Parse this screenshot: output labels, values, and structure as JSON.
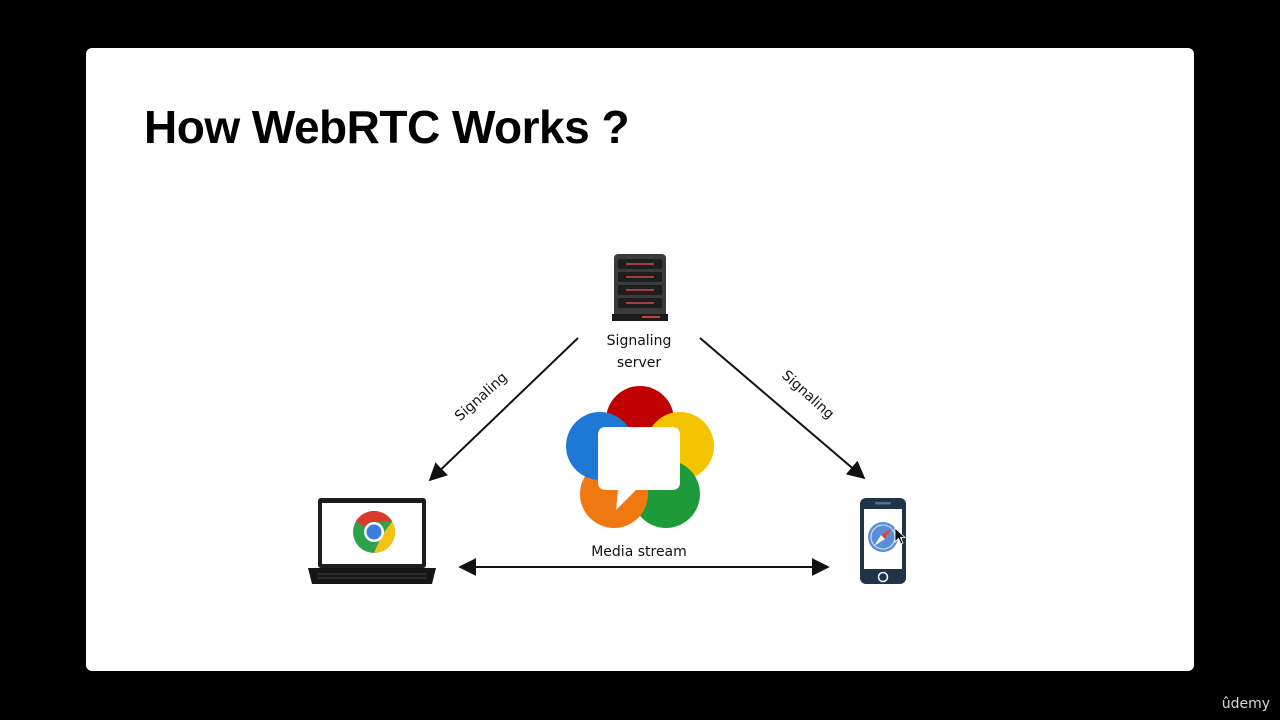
{
  "slide": {
    "title": "How WebRTC Works ?"
  },
  "diagram": {
    "server_label_line1": "Signaling",
    "server_label_line2": "server",
    "left_edge_label": "Signaling",
    "right_edge_label": "Signaling",
    "bottom_edge_label": "Media stream"
  },
  "watermark": "ûdemy",
  "colors": {
    "petal_red": "#c00000",
    "petal_yellow": "#f5c400",
    "petal_green": "#1f9a3a",
    "petal_orange": "#f07810",
    "petal_blue": "#1e78d6"
  }
}
